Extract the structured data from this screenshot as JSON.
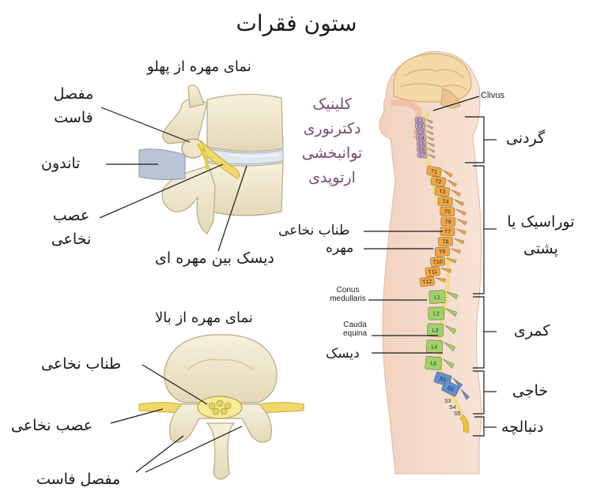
{
  "title": "ستون فقرات",
  "side_view": {
    "heading": "نمای مهره از پهلو",
    "labels": {
      "facet_joint": "مفصل فاست",
      "tendon": "تاندون",
      "spinal_nerve": "عصب نخاعی",
      "disc": "دیسک بین مهره ای"
    }
  },
  "top_view": {
    "heading": "نمای مهره از بالا",
    "labels": {
      "spinal_cord": "طناب نخاعی",
      "spinal_nerve": "عصب نخاعی",
      "facet_joint": "مفصل فاست"
    }
  },
  "brand": {
    "lines": [
      "کلینیک",
      "دکترنوری",
      "توانبخشی",
      "ارتوپدی"
    ],
    "color": "#7a4a6d"
  },
  "spine": {
    "clivus": "Clivus",
    "cervical_labels": [
      "C1",
      "C2",
      "C3",
      "C4",
      "C5",
      "C6",
      "C7"
    ],
    "thoracic_labels": [
      "T1",
      "T2",
      "T3",
      "T4",
      "T5",
      "T6",
      "T7",
      "T8",
      "T9",
      "T10",
      "T11",
      "T12"
    ],
    "lumbar_labels": [
      "L1",
      "L2",
      "L3",
      "L4",
      "L5"
    ],
    "sacral_labels": [
      "S1",
      "S2"
    ],
    "lower_labels": [
      "S3",
      "S4",
      "S5"
    ],
    "inner_labels": {
      "spinal_cord": "طناب نخاعی",
      "vertebra": "مهره",
      "conus": "Conus medullaris",
      "cauda": "Cauda equina",
      "disc": "دیسک"
    },
    "regions": {
      "cervical": "گردنی",
      "thoracic": "توراسیک یا پشتی",
      "lumbar": "کمری",
      "sacral": "خاجی",
      "coccyx": "دنبالچه"
    },
    "colors": {
      "cervical": "#c9a6d8",
      "thoracic": "#f3a640",
      "lumbar": "#9fd26a",
      "sacral": "#5b8fd8",
      "coccyx": "#f2c230"
    }
  }
}
